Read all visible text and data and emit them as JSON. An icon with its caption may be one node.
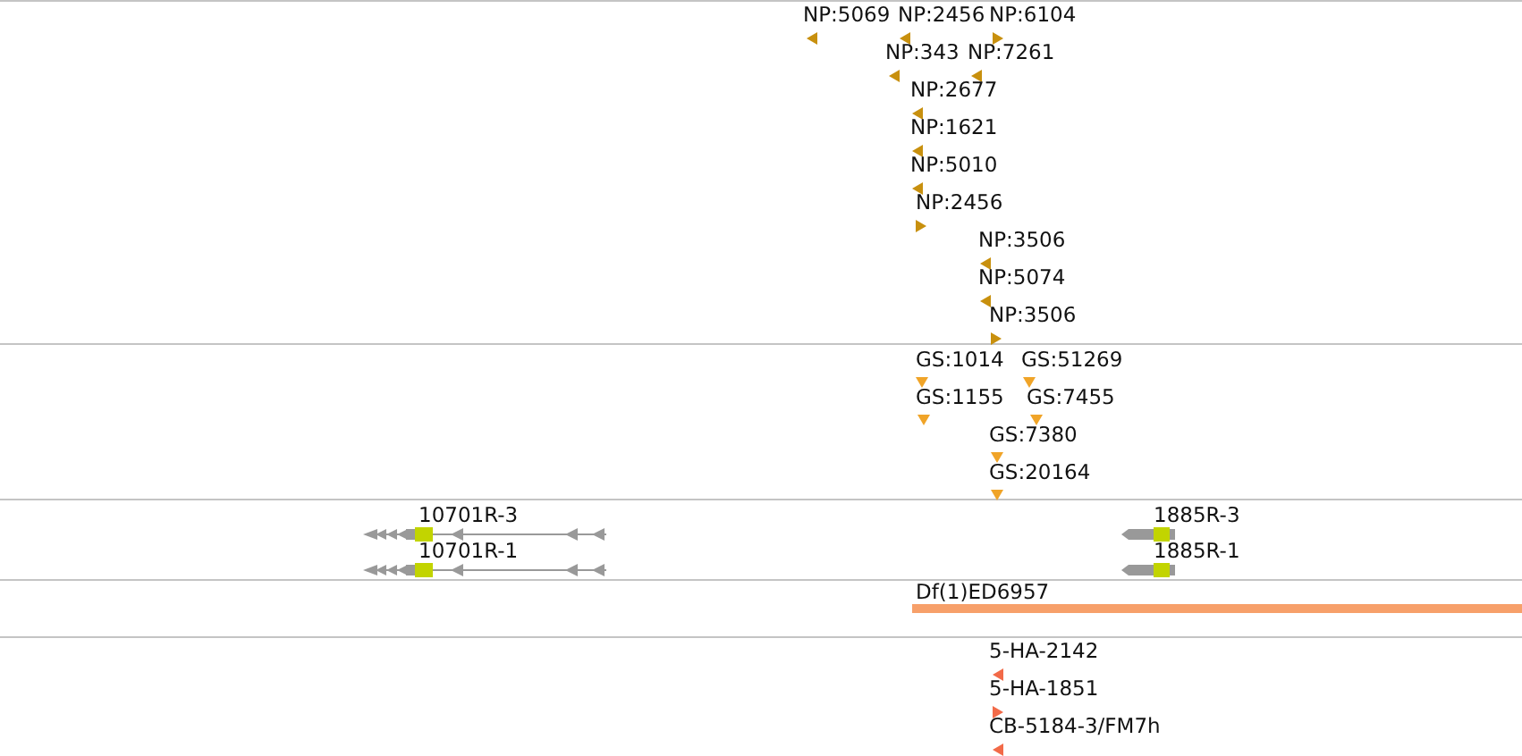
{
  "diagram": {
    "nodes": [
      {
        "text": [
          "NP:5069"
        ]
      },
      {
        "text": [
          "NP:2456"
        ]
      },
      {
        "text": [
          "NP:6104"
        ]
      },
      {
        "text": [
          "NP:343"
        ]
      },
      {
        "text": [
          "NP:7261"
        ]
      },
      {
        "text": [
          "NP:2677"
        ]
      },
      {
        "text": [
          "NP:1621"
        ]
      },
      {
        "text": [
          "NP:5010"
        ]
      },
      {
        "text": [
          "NP:2456"
        ]
      },
      {
        "text": [
          "NP:3506"
        ]
      },
      {
        "text": [
          "NP:5074"
        ]
      },
      {
        "text": [
          "NP:3506"
        ]
      },
      {
        "text": [
          "GS:1014"
        ]
      },
      {
        "text": [
          "GS:51269"
        ]
      },
      {
        "text": [
          "GS:1155"
        ]
      },
      {
        "text": [
          "GS:7455"
        ]
      },
      {
        "text": [
          "GS:7380"
        ]
      },
      {
        "text": [
          "GS:20164"
        ]
      },
      {
        "text": [
          "10701R-3"
        ]
      },
      {
        "text": [
          "1885R-3"
        ]
      },
      {
        "text": [
          "10701R-1"
        ]
      },
      {
        "text": [
          "1885R-1"
        ]
      },
      {
        "text": [
          "Df(1)ED6957"
        ]
      },
      {
        "text": [
          "5-HA-2142"
        ]
      },
      {
        "text": [
          "5-HA-1851"
        ]
      },
      {
        "text": [
          "CB-5184-3/FM7h"
        ]
      }
    ]
  }
}
